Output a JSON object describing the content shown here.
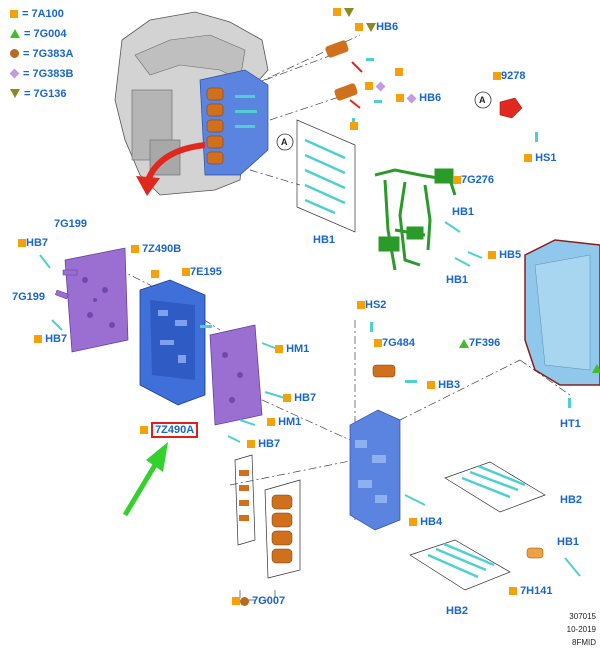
{
  "legend": [
    {
      "marker": "square",
      "color": "#f5a20a",
      "text": "= 7A100"
    },
    {
      "marker": "triangle-up",
      "color": "#3fbf2a",
      "text": "= 7G004"
    },
    {
      "marker": "circle",
      "color": "#b96a1e",
      "text": "= 7G383A"
    },
    {
      "marker": "diamond",
      "color": "#c39be0",
      "text": "= 7G383B"
    },
    {
      "marker": "triangle-down",
      "color": "#8a8a20",
      "text": "= 7G136"
    }
  ],
  "labels": {
    "hb6_top": "HB6",
    "hb6_mid": "HB6",
    "p9278": "9278",
    "hs1": "HS1",
    "hb1_bolts": "HB1",
    "p7g276": "7G276",
    "hb1_r1": "HB1",
    "hb5": "HB5",
    "hb1_r2": "HB1",
    "p7g199_top": "7G199",
    "hb7_left": "HB7",
    "p7z490b": "7Z490B",
    "p7e195": "7E195",
    "p7g199_left": "7G199",
    "hb7_left2": "HB7",
    "hm1_a": "HM1",
    "hb7_mid": "HB7",
    "hm1_b": "HM1",
    "p7z490a": "7Z490A",
    "hb7_low": "HB7",
    "hs2": "HS2",
    "p7g484": "7G484",
    "hb3": "HB3",
    "p7f396": "7F396",
    "ht1": "HT1",
    "hb2_a": "HB2",
    "hb4": "HB4",
    "hb1_low": "HB1",
    "p7h141": "7H141",
    "hb2_b": "HB2",
    "p7g007": "7G007",
    "callout_a1": "A",
    "callout_a2": "A"
  },
  "reference": [
    "307015",
    "10-2019",
    "8FMID"
  ],
  "colors": {
    "label": "#1a66c9",
    "orange": "#f5a20a",
    "housing": "#c9c9c9",
    "blue_part": "#3f6fd8",
    "purple_plate": "#9a6fd1",
    "green_harness": "#2a9a2a",
    "teal_bolt": "#4fd0d0",
    "solenoid": "#d0701c",
    "arrow_red": "#e0281e",
    "arrow_green": "#33d12b",
    "pan": "#8fc8ea"
  }
}
